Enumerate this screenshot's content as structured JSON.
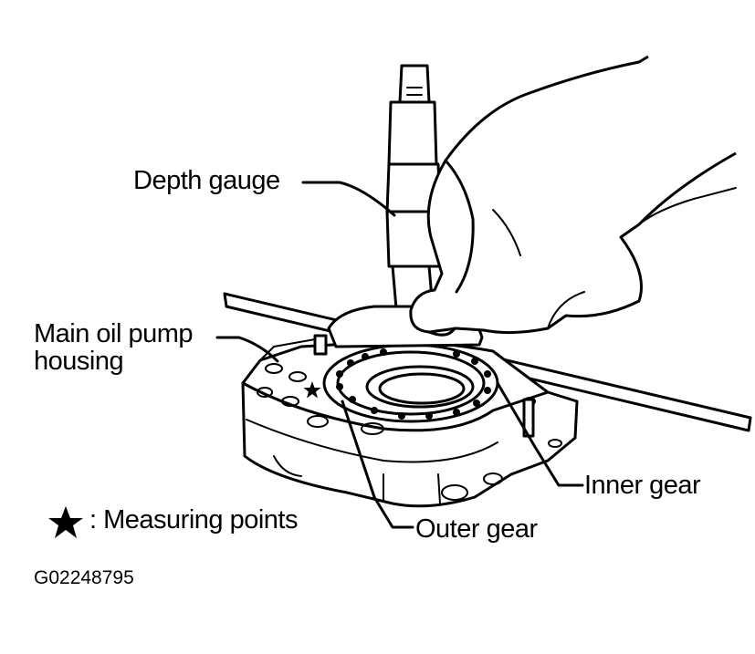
{
  "labels": {
    "depth_gauge": "Depth gauge",
    "main_oil_pump_housing_line1": "Main oil pump",
    "main_oil_pump_housing_line2": "housing",
    "inner_gear": "Inner gear",
    "outer_gear": "Outer gear",
    "measuring_points": ": Measuring points",
    "figure_code": "G02248795"
  },
  "icons": {
    "legend_marker": "star-icon"
  },
  "colors": {
    "ink": "#000000",
    "paper": "#ffffff"
  }
}
